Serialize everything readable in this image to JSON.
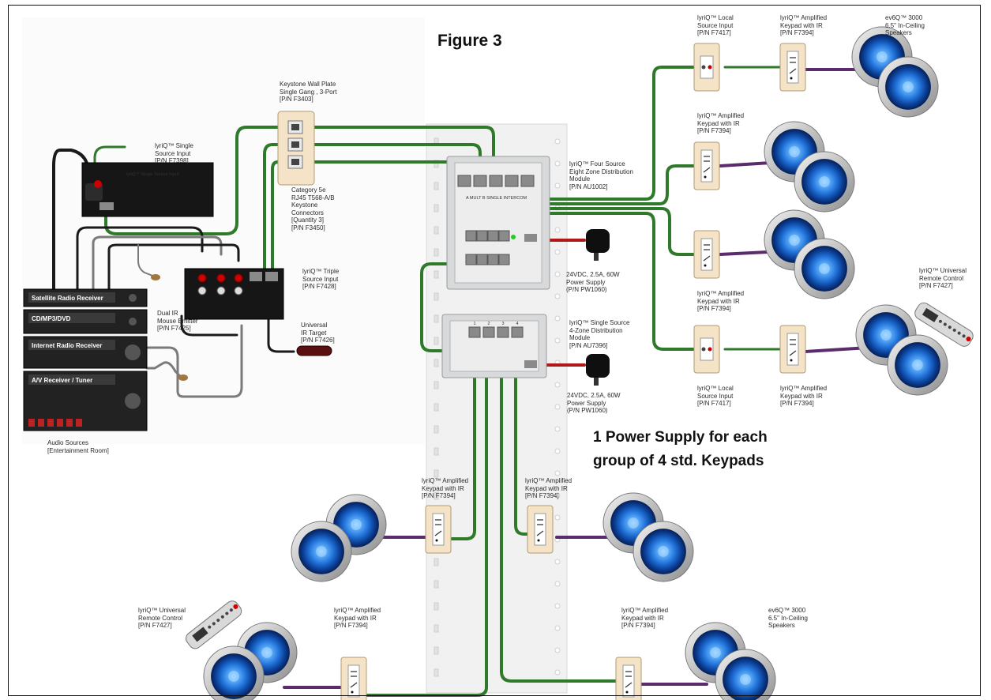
{
  "figure_title": "Figure 3",
  "note": {
    "line1": "1 Power Supply for each",
    "line2": "group of 4 std. Keypads"
  },
  "labels": {
    "keystone_plate": "Keystone Wall Plate\nSingle Gang , 3-Port\n[P/N F3403]",
    "cat5e": "Category 5e\nRJ45 T568-A/B\nKeystone\nConnectors\n[Quantity 3]\n[P/N F3450]",
    "single_source_input": "lyriQ™ Single\nSource Input\n[P/N F7398]",
    "triple_source_input": "lyriQ™ Triple\nSource Input\n[P/N F7428]",
    "dual_ir": "Dual IR\nMouse Emitter\n[P/N F7425]",
    "ir_target": "Universal\nIR Target\n[P/N F7426]",
    "audio_sources": "Audio Sources\n[Entertainment Room]",
    "four_source_module": "lyriQ™ Four Source\nEight Zone Distribution\nModule\n[P/N AU1002]",
    "single_source_module": "lyriQ™ Single Source\n4-Zone Distribution\nModule\n[P/N AU7396]",
    "psu_top": "24VDC, 2.5A, 60W\nPower Supply\n(P/N PW1060)",
    "psu_bottom": "24VDC, 2.5A, 60W\nPower Supply\n(P/N PW1060)",
    "local_input_top": "lyriQ™ Local\nSource Input\n[P/N F7417]",
    "keypad_top": "lyriQ™ Amplified\nKeypad with IR\n[P/N F7394]",
    "speakers_top": "ev6Q™ 3000\n6.5\" In-Ceiling\nSpeakers",
    "keypad_r2": "lyriQ™ Amplified\nKeypad with IR\n[P/N F7394]",
    "keypad_r3": "lyriQ™ Amplified\nKeypad with IR\n[P/N F7394]",
    "local_input_bottom": "lyriQ™ Local\nSource Input\n[P/N F7417]",
    "keypad_r4": "lyriQ™ Amplified\nKeypad with IR\n[P/N F7394]",
    "remote_right": "lyriQ™ Universal\nRemote Control\n[P/N F7427]",
    "keypad_mid_left": "lyriQ™ Amplified\nKeypad with IR\n[P/N F7394]",
    "keypad_mid_right": "lyriQ™ Amplified\nKeypad with IR\n[P/N F7394]",
    "remote_left": "lyriQ™ Universal\nRemote Control\n[P/N F7427]",
    "keypad_bottom_left": "lyriQ™ Amplified\nKeypad with IR\n[P/N F7394]",
    "keypad_bottom_right": "lyriQ™ Amplified\nKeypad with IR\n[P/N F7394]",
    "speakers_bottom": "ev6Q™ 3000\n6.5\" In-Ceiling\nSpeakers"
  },
  "devices": {
    "satellite": "Satellite Radio Receiver",
    "cd": "CD/MP3/DVD",
    "internet": "Internet Radio Receiver",
    "av": "A/V Receiver / Tuner",
    "four_source_ports": [
      "A",
      "MULT",
      "B",
      "SINGLE",
      "INTERCOM"
    ],
    "single_module_ports": [
      "1",
      "2",
      "3",
      "4"
    ]
  },
  "colors": {
    "cable_green": "#2f7a2a",
    "cable_gray": "#7a7a7a",
    "cable_black": "#1a1a1a",
    "speaker_blue": "#1f6fd6",
    "wallplate": "#f4e3c6",
    "panel": "#d7d9db"
  }
}
